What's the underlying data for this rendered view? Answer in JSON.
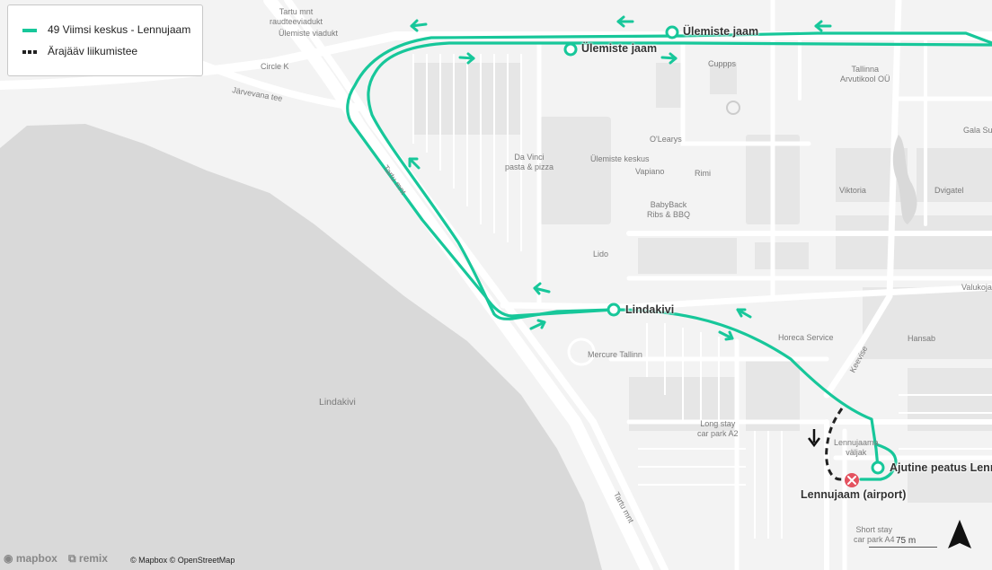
{
  "legend": {
    "items": [
      {
        "label": "49 Viimsi keskus - Lennujaam",
        "color": "#17c79a"
      },
      {
        "label": "Ärajääv liikumistee",
        "color": "#222222"
      }
    ]
  },
  "stops": [
    {
      "name": "Ülemiste jaam"
    },
    {
      "name": "Ülemiste jaam"
    },
    {
      "name": "Lindakivi"
    },
    {
      "name": "Ajutine peatus Lenn"
    },
    {
      "name": "Lennujaam (airport)"
    }
  ],
  "map_labels": {
    "tartu_viaduct_1": "Tartu mnt",
    "tartu_viaduct_2": "raudteeviadukt",
    "ylemiste_viadukt": "Ülemiste viadukt",
    "circle_k": "Circle K",
    "jarvevana": "Järvevana tee",
    "tartu_mnt_1": "Tartu mnt",
    "tartu_mnt_2": "Tartu mnt",
    "cuppps": "Cuppps",
    "tallinna_1": "Tallinna",
    "tallinna_2": "Arvutikool OÜ",
    "gala": "Gala Sus",
    "olearys": "O'Learys",
    "davinci_1": "Da Vinci",
    "davinci_2": "pasta & pizza",
    "ylemiste_keskus": "Ülemiste keskus",
    "vapiano": "Vapiano",
    "rimi": "Rimi",
    "viktoria": "Viktoria",
    "dvigatel": "Dvigatel",
    "babyback_1": "BabyBack",
    "babyback_2": "Ribs & BBQ",
    "lido": "Lido",
    "valukoja": "Valukoja",
    "horeca": "Horeca Service",
    "hansab": "Hansab",
    "mercure": "Mercure Tallinn",
    "lindakivi_area": "Lindakivi",
    "keevise": "Keevise",
    "longstay_1": "Long stay",
    "longstay_2": "car park A2",
    "valjak_1": "Lennujaama",
    "valjak_2": "väljak",
    "shortstay_1": "Short stay",
    "shortstay_2": "car park A4"
  },
  "scale": {
    "label": "75 m"
  },
  "attribution": "© Mapbox © OpenStreetMap",
  "logos": {
    "mapbox": "mapbox",
    "remix": "remix"
  },
  "colors": {
    "route": "#17c79a",
    "detour": "#222222",
    "closed_stop": "#e4525f",
    "water": "#d9d9d9",
    "road": "#ffffff"
  },
  "icons": {
    "compass": "north-arrow-icon",
    "closed": "closed-stop-icon"
  }
}
